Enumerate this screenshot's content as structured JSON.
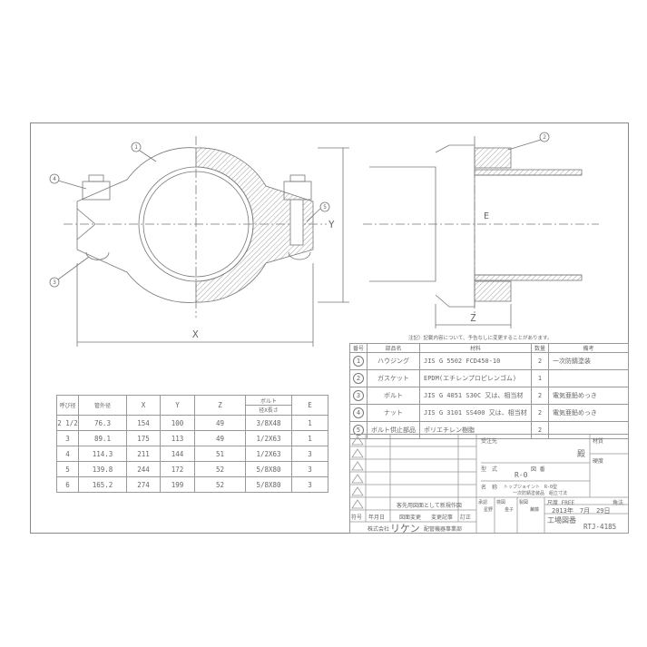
{
  "note": "注記）記載内容について、予告なしに変更することがあります。",
  "drawing_labels": {
    "x": "X",
    "y": "Y",
    "z": "Z",
    "e": "E",
    "callouts": [
      "1",
      "2",
      "3",
      "4",
      "5"
    ]
  },
  "parts_table": {
    "headers": [
      "番号",
      "部品名",
      "材料",
      "数量",
      "備考"
    ],
    "rows": [
      {
        "no": "1",
        "name": "ハウジング",
        "material": "JIS G 5502 FCD450-10",
        "qty": "2",
        "remark": "一次防錆塗装"
      },
      {
        "no": "2",
        "name": "ガスケット",
        "material": "EPDM(エチレンプロピレンゴム)",
        "qty": "1",
        "remark": ""
      },
      {
        "no": "3",
        "name": "ボルト",
        "material": "JIS G 4051 S30C 又は、相当材",
        "qty": "2",
        "remark": "電気亜鉛めっき"
      },
      {
        "no": "4",
        "name": "ナット",
        "material": "JIS G 3101 SS400 又は、相当材",
        "qty": "2",
        "remark": "電気亜鉛めっき"
      },
      {
        "no": "5",
        "name": "ボルト供止部品",
        "material": "ポリエチレン樹脂",
        "qty": "2",
        "remark": ""
      }
    ]
  },
  "dimension_table": {
    "headers": [
      "呼び径",
      "管外径",
      "X",
      "Y",
      "Z",
      "ボルト",
      "径X長さ",
      "E"
    ],
    "rows": [
      [
        "2 1/2",
        "76.3",
        "154",
        "100",
        "49",
        "3/8X48",
        "1"
      ],
      [
        "3",
        "89.1",
        "175",
        "113",
        "49",
        "1/2X63",
        "1"
      ],
      [
        "4",
        "114.3",
        "211",
        "144",
        "51",
        "1/2X63",
        "3"
      ],
      [
        "5",
        "139.8",
        "244",
        "172",
        "52",
        "5/8X80",
        "3"
      ],
      [
        "6",
        "165.2",
        "274",
        "199",
        "52",
        "5/8X80",
        "3"
      ]
    ]
  },
  "title_block": {
    "revision_note": "客先用図面として新規作図",
    "rev_headers": [
      "符号",
      "年月日",
      "図面変更",
      "変更記事",
      "訂正"
    ],
    "company": "株式会社",
    "company_logo": "リケン",
    "department": "配管機器事業部",
    "customer_label": "受注先",
    "customer_suffix": "殿",
    "material_label": "材質",
    "hardness_label": "硬度",
    "model_label": "型　式",
    "drawing_no_label": "図 番",
    "model": "R-0",
    "name_label": "名　称",
    "name_line1": "トップジョイント　R-0型",
    "name_line2": "一次防錆塗装品　組立寸法",
    "approved": "承認",
    "approver": "星野",
    "checked": "検図",
    "checker": "金子",
    "drawn": "製図",
    "drafter": "蕪藤",
    "scale": "尺度 FREE",
    "projection": "角法",
    "date": "2013年　7月　29日",
    "factory_no_label": "工場図番",
    "factory_no": "RTJ-4185"
  }
}
